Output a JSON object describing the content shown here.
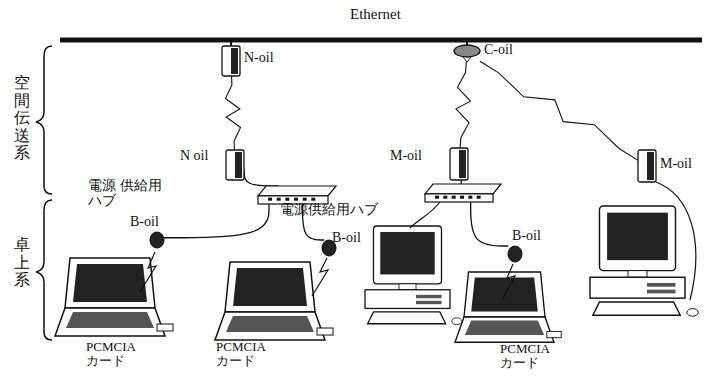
{
  "diagram": {
    "nodes": [
      {
        "text": [
          "N-oil"
        ]
      },
      {
        "text": [
          "C-oil"
        ]
      },
      {
        "text": [
          "N oil"
        ]
      },
      {
        "text": [
          "M-oil"
        ]
      },
      {
        "text": [
          "M-oil"
        ]
      },
      {
        "text": [
          "電源 供給用ハブ"
        ]
      },
      {
        "text": [
          "電源供給用ハブ"
        ]
      },
      {
        "text": [
          "B-oil"
        ]
      },
      {
        "text": [
          "B-oil"
        ]
      },
      {
        "text": [
          "B-oil"
        ]
      }
    ],
    "edges": [
      {
        "from": 0,
        "to": 2,
        "arrow": "none"
      },
      {
        "from": 1,
        "to": 3,
        "arrow": "none"
      },
      {
        "from": 1,
        "to": 4,
        "arrow": "none"
      },
      {
        "from": 2,
        "to": 5,
        "arrow": "none"
      },
      {
        "from": 3,
        "to": 6,
        "arrow": "none"
      },
      {
        "from": 5,
        "to": 7,
        "arrow": "none"
      },
      {
        "from": 5,
        "to": 8,
        "arrow": "none"
      },
      {
        "from": 6,
        "to": 9,
        "arrow": "none"
      }
    ],
    "labels": [
      "Ethernet",
      "空間伝送系",
      "卓上系",
      "PCMCIA カード",
      "PCMCIA カード",
      "PCMCIA カード"
    ]
  }
}
